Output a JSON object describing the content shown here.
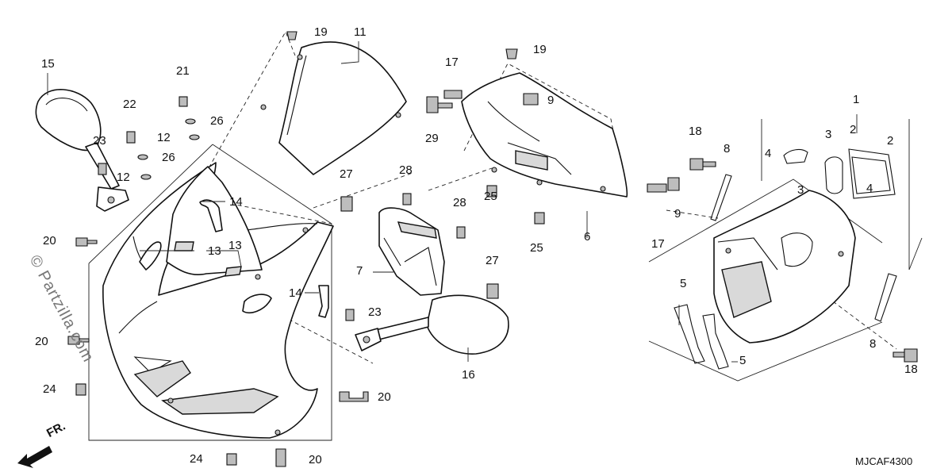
{
  "diagram": {
    "watermark": "© Partzilla.com",
    "direction_label": "FR.",
    "code": "MJCAF4300",
    "callouts": {
      "c1": "1",
      "c2a": "2",
      "c2b": "2",
      "c3a": "3",
      "c3b": "3",
      "c4a": "4",
      "c4b": "4",
      "c5a": "5",
      "c5b": "5",
      "c6": "6",
      "c7": "7",
      "c8a": "8",
      "c8b": "8",
      "c9a": "9",
      "c9b": "9",
      "c11": "11",
      "c12a": "12",
      "c12b": "12",
      "c13a": "13",
      "c13b": "13",
      "c14a": "14",
      "c14b": "14",
      "c15": "15",
      "c16": "16",
      "c17a": "17",
      "c17b": "17",
      "c18a": "18",
      "c18b": "18",
      "c19a": "19",
      "c19b": "19",
      "c20a": "20",
      "c20b": "20",
      "c20c": "20",
      "c20d": "20",
      "c21": "21",
      "c22": "22",
      "c23a": "23",
      "c23b": "23",
      "c24a": "24",
      "c24b": "24",
      "c25a": "25",
      "c25b": "25",
      "c26a": "26",
      "c26b": "26",
      "c27a": "27",
      "c27b": "27",
      "c28a": "28",
      "c28b": "28",
      "c29": "29"
    }
  }
}
